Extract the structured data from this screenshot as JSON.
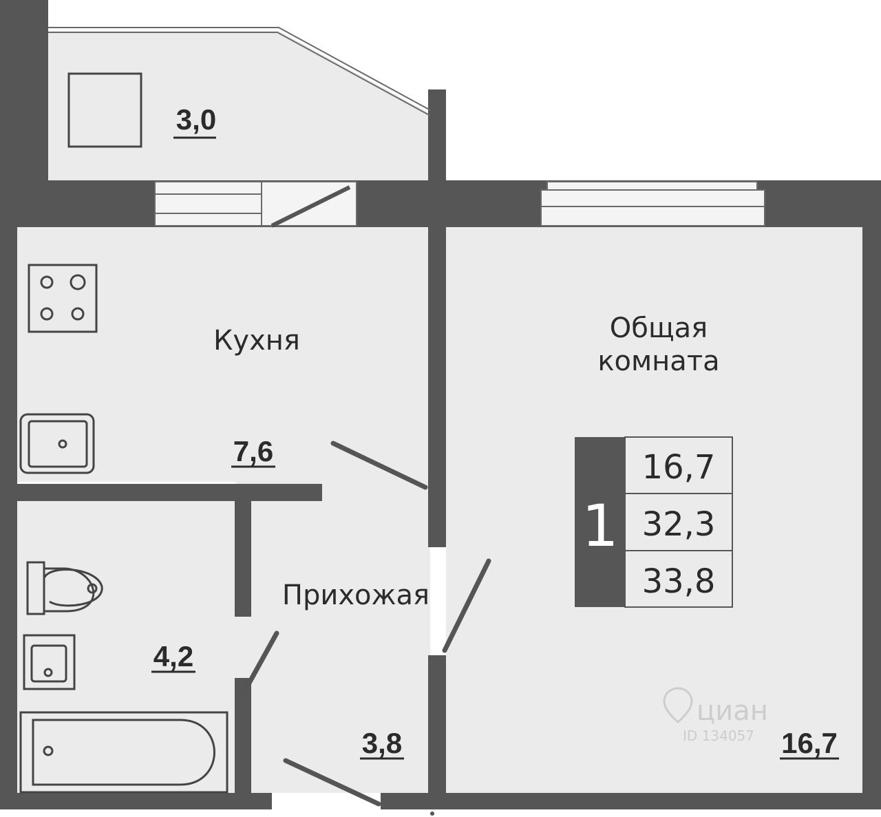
{
  "colors": {
    "wall": "#565656",
    "floor": "#ebebeb",
    "line": "#4a4a4a",
    "text": "#2b2b2b"
  },
  "rooms": {
    "balcony": {
      "area": "3,0"
    },
    "kitchen": {
      "name": "Кухня",
      "area": "7,6"
    },
    "living_room": {
      "name_line1": "Общая",
      "name_line2": "комната",
      "area": "16,7"
    },
    "bathroom": {
      "area": "4,2"
    },
    "hallway": {
      "name": "Прихожая",
      "area": "3,8"
    }
  },
  "apartment_info": {
    "rooms_count": "1",
    "living_area": "16,7",
    "total_area": "32,3",
    "total_with_balcony": "33,8"
  },
  "watermark": {
    "brand": "циан",
    "id": "ID 134057"
  },
  "icons": [
    "stove-icon",
    "kitchen-sink-icon",
    "toilet-icon",
    "washbasin-icon",
    "bathtub-icon"
  ]
}
